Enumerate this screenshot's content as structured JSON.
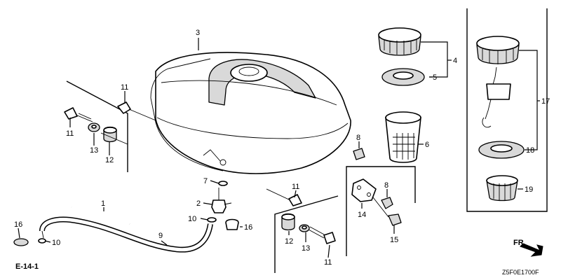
{
  "callouts": {
    "c1": "1",
    "c2": "2",
    "c3": "3",
    "c4": "4",
    "c5": "5",
    "c6": "6",
    "c7": "7",
    "c8a": "8",
    "c8b": "8",
    "c9": "9",
    "c10a": "10",
    "c10b": "10",
    "c11a": "11",
    "c11b": "11",
    "c11c": "11",
    "c11d": "11",
    "c12a": "12",
    "c12b": "12",
    "c13a": "13",
    "c13b": "13",
    "c14": "14",
    "c15": "15",
    "c16a": "16",
    "c16b": "16",
    "c17": "17",
    "c18": "18",
    "c19": "19"
  },
  "reference": "E-14-1",
  "front_indicator": "FR.",
  "diagram_code": "Z5F0E1700F"
}
